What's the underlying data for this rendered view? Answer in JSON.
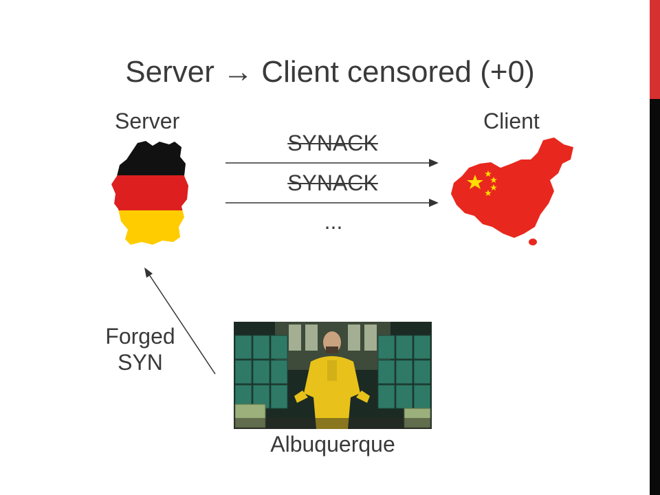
{
  "slide": {
    "title": "Server → Client censored (+0)",
    "server_label": "Server",
    "client_label": "Client",
    "packets": [
      "SYNACK",
      "SYNACK"
    ],
    "continuation": "...",
    "forged_line1": "Forged",
    "forged_line2": "SYN",
    "city_label": "Albuquerque"
  },
  "colors": {
    "accent_red": "#d63030",
    "sidebar_black": "#0a0a0a",
    "germany_black": "#111111",
    "germany_red": "#dd1f1f",
    "germany_gold": "#ffcc00",
    "china_red": "#e8281e",
    "china_star": "#ffde00",
    "suit_yellow": "#e8c21a"
  },
  "icons": [
    "germany-map-icon",
    "china-map-icon",
    "arrow-right-icon",
    "arrow-diagonal-icon"
  ]
}
